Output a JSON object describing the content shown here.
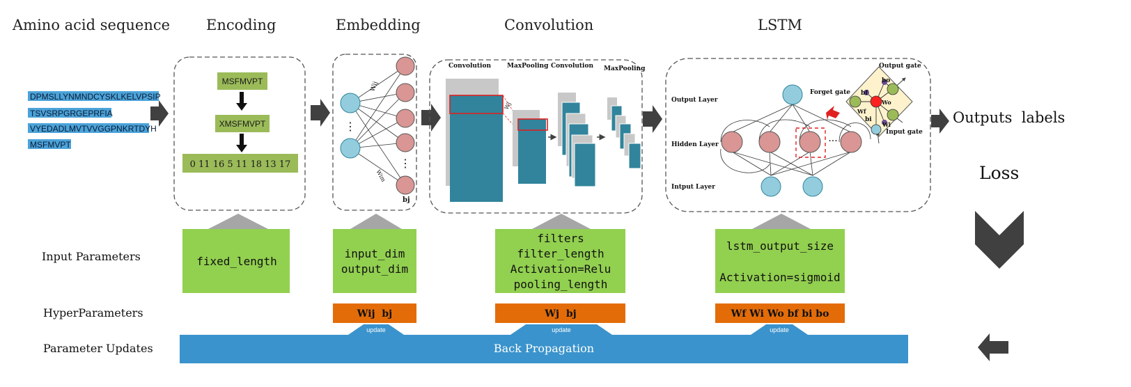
{
  "stages": {
    "amino": "Amino acid sequence",
    "encoding": "Encoding",
    "embedding": "Embedding",
    "convolution": "Convolution",
    "lstm": "LSTM"
  },
  "sequences": [
    "DPMSLLYNMNDCYSKLKELVPSIP",
    "TSVSRPGRGEPRFIA",
    "VYEDADLMVTVVGGPNKRTDYH",
    "MSFMVPT"
  ],
  "encoding": {
    "box1": "MSFMVPT",
    "box2": "XMSFMVPT",
    "numbers": "0 11 16 5 11 18 13 17"
  },
  "embedding": {
    "wij_label": "Wij",
    "wim_label": "Wim",
    "bj_label": "bj",
    "dots": "⋮"
  },
  "convolution": {
    "labels": [
      "Convolution",
      "MaxPooling",
      "Convolution",
      "MaxPooling"
    ],
    "wj_label": "Wj",
    "bj_label": "bj"
  },
  "lstm": {
    "output_layer": "Output Layer",
    "hidden_layer": "Hidden Layer",
    "input_layer": "Intput Layer",
    "output_gate": "Output gate",
    "forget_gate": "Forget gate",
    "input_gate": "Input gate",
    "bf": "bf",
    "bo": "bo",
    "bi": "bi",
    "wf": "Wf",
    "wo": "Wo",
    "wi": "Wi",
    "dots": "···"
  },
  "outputs_labels": "Outputs  labels",
  "loss": "Loss",
  "rows": {
    "input_parameters": "Input Parameters",
    "hyperparameters": "HyperParameters",
    "parameter_updates": "Parameter Updates"
  },
  "input_params": {
    "encoding": [
      "fixed_length"
    ],
    "embedding": [
      "input_dim",
      "output_dim"
    ],
    "convolution": [
      "filters",
      "filter_length",
      "Activation=Relu",
      "pooling_length"
    ],
    "lstm": [
      "lstm_output_size",
      "",
      "Activation=sigmoid"
    ]
  },
  "hyper_params": {
    "embedding": "Wij  bj",
    "convolution": "Wj  bj",
    "lstm": "Wf Wi Wo bf bi bo"
  },
  "update_label": "update",
  "backprop_label": "Back Propagation",
  "colors": {
    "green": "#92d050",
    "olive_green": "#9bbb59",
    "orange": "#e36c09",
    "blue_bar": "#3a93cc",
    "seq_highlight": "#4ba3d9",
    "teal": "#31849b",
    "light_blue_node": "#93cddd",
    "pink_node": "#d99694",
    "gray": "#a6a6a6",
    "dark_arrow": "#404040",
    "cream": "#fdf2cc"
  }
}
